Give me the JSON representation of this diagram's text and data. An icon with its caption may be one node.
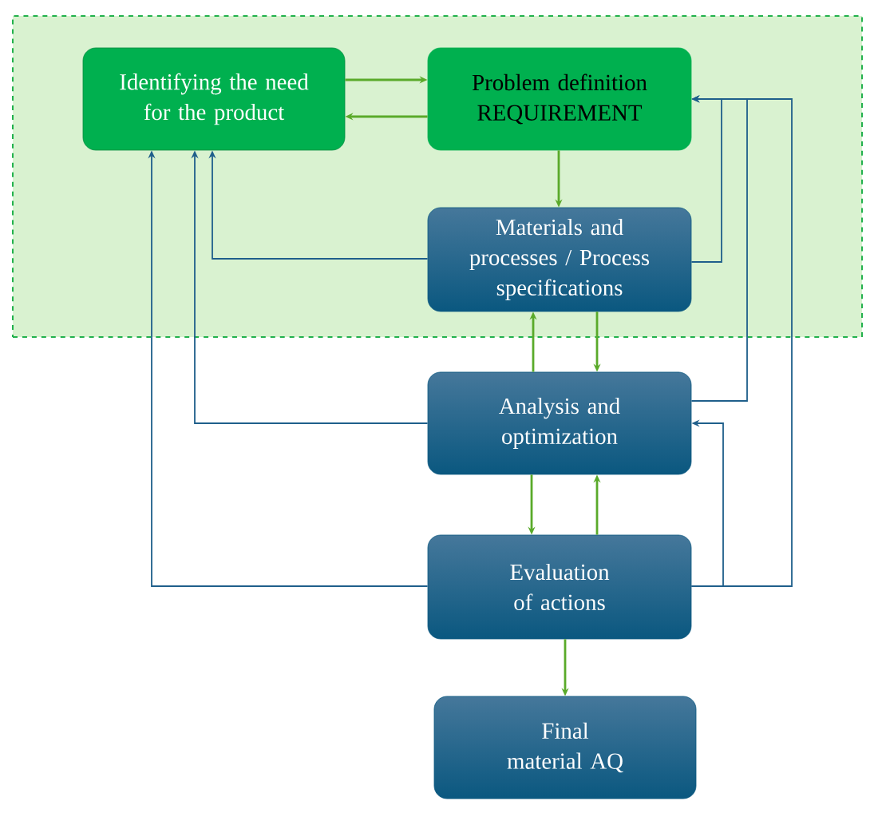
{
  "diagram": {
    "nodes": [
      {
        "text": [],
        "shape": "box"
      },
      {
        "text": [
          "Identifying the need for the product"
        ],
        "in": 0
      },
      {
        "text": [
          "Problem definition REQUIREMENT"
        ],
        "in": 0
      },
      {
        "text": [
          "Materials and processes / Process specifications"
        ],
        "in": 0
      },
      {
        "text": [
          "Analysis and optimization"
        ]
      },
      {
        "text": [
          "Evaluation of actions"
        ]
      },
      {
        "text": [
          "Final material AQ"
        ]
      }
    ],
    "edges": [
      {
        "from": 1,
        "to": 2,
        "arrow": "to"
      },
      {
        "from": 2,
        "to": 1,
        "arrow": "to"
      },
      {
        "from": 2,
        "to": 3,
        "arrow": "to"
      },
      {
        "from": 3,
        "to": 1,
        "arrow": "to",
        "color": "#1f5f8b"
      },
      {
        "from": 3,
        "to": 2,
        "arrow": "to",
        "color": "#1f5f8b"
      },
      {
        "from": 4,
        "to": 3,
        "arrow": "to"
      },
      {
        "from": 3,
        "to": 4,
        "arrow": "to"
      },
      {
        "from": 4,
        "to": 1,
        "arrow": "to",
        "color": "#1f5f8b"
      },
      {
        "from": 4,
        "to": 2,
        "arrow": "to",
        "color": "#1f5f8b"
      },
      {
        "from": 4,
        "to": 5,
        "arrow": "to"
      },
      {
        "from": 5,
        "to": 4,
        "arrow": "to"
      },
      {
        "from": 5,
        "to": 1,
        "arrow": "to",
        "color": "#1f5f8b"
      },
      {
        "from": 5,
        "to": 2,
        "arrow": "to",
        "color": "#1f5f8b"
      },
      {
        "from": 5,
        "to": 4,
        "arrow": "to",
        "color": "#1f5f8b"
      },
      {
        "from": 5,
        "to": 6,
        "arrow": "to"
      }
    ]
  }
}
